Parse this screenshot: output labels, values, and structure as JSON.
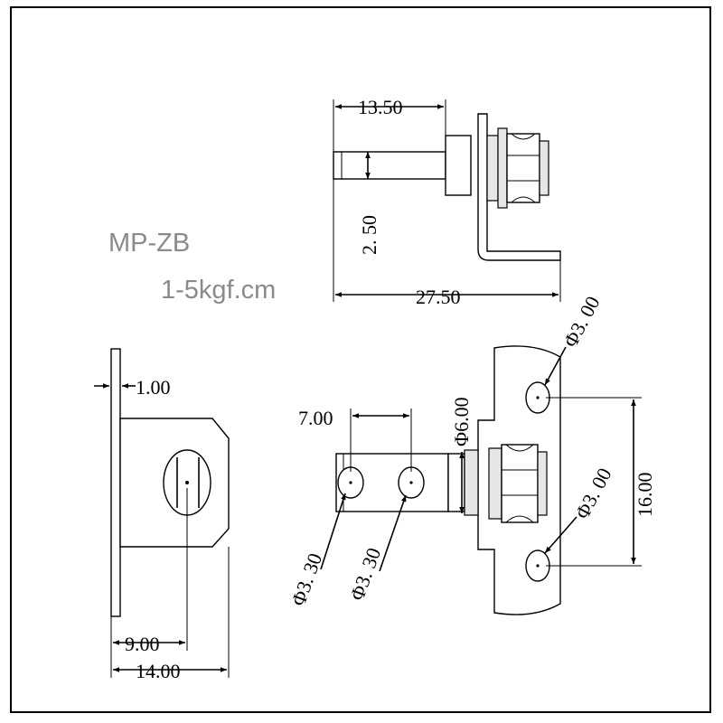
{
  "title": {
    "model": "MP-ZB",
    "torque": "1-5kgf.cm"
  },
  "side_view": {
    "pin_length": "13.50",
    "pin_thickness": "2. 50",
    "overall_length": "27.50"
  },
  "front_view": {
    "plate_thickness": "1.00",
    "hole_offset": "9.00",
    "width": "14.00"
  },
  "top_view": {
    "hole_pitch": "7.00",
    "body_diameter": "Φ6.00",
    "pin_hole_1": "Φ3. 30",
    "pin_hole_2": "Φ3. 30",
    "mount_hole_top": "Φ3. 00",
    "mount_hole_bottom": "Φ3. 00",
    "mount_pitch": "16.00"
  },
  "colors": {
    "line": "#000000",
    "title": "#8a8a8a",
    "background": "#ffffff"
  }
}
